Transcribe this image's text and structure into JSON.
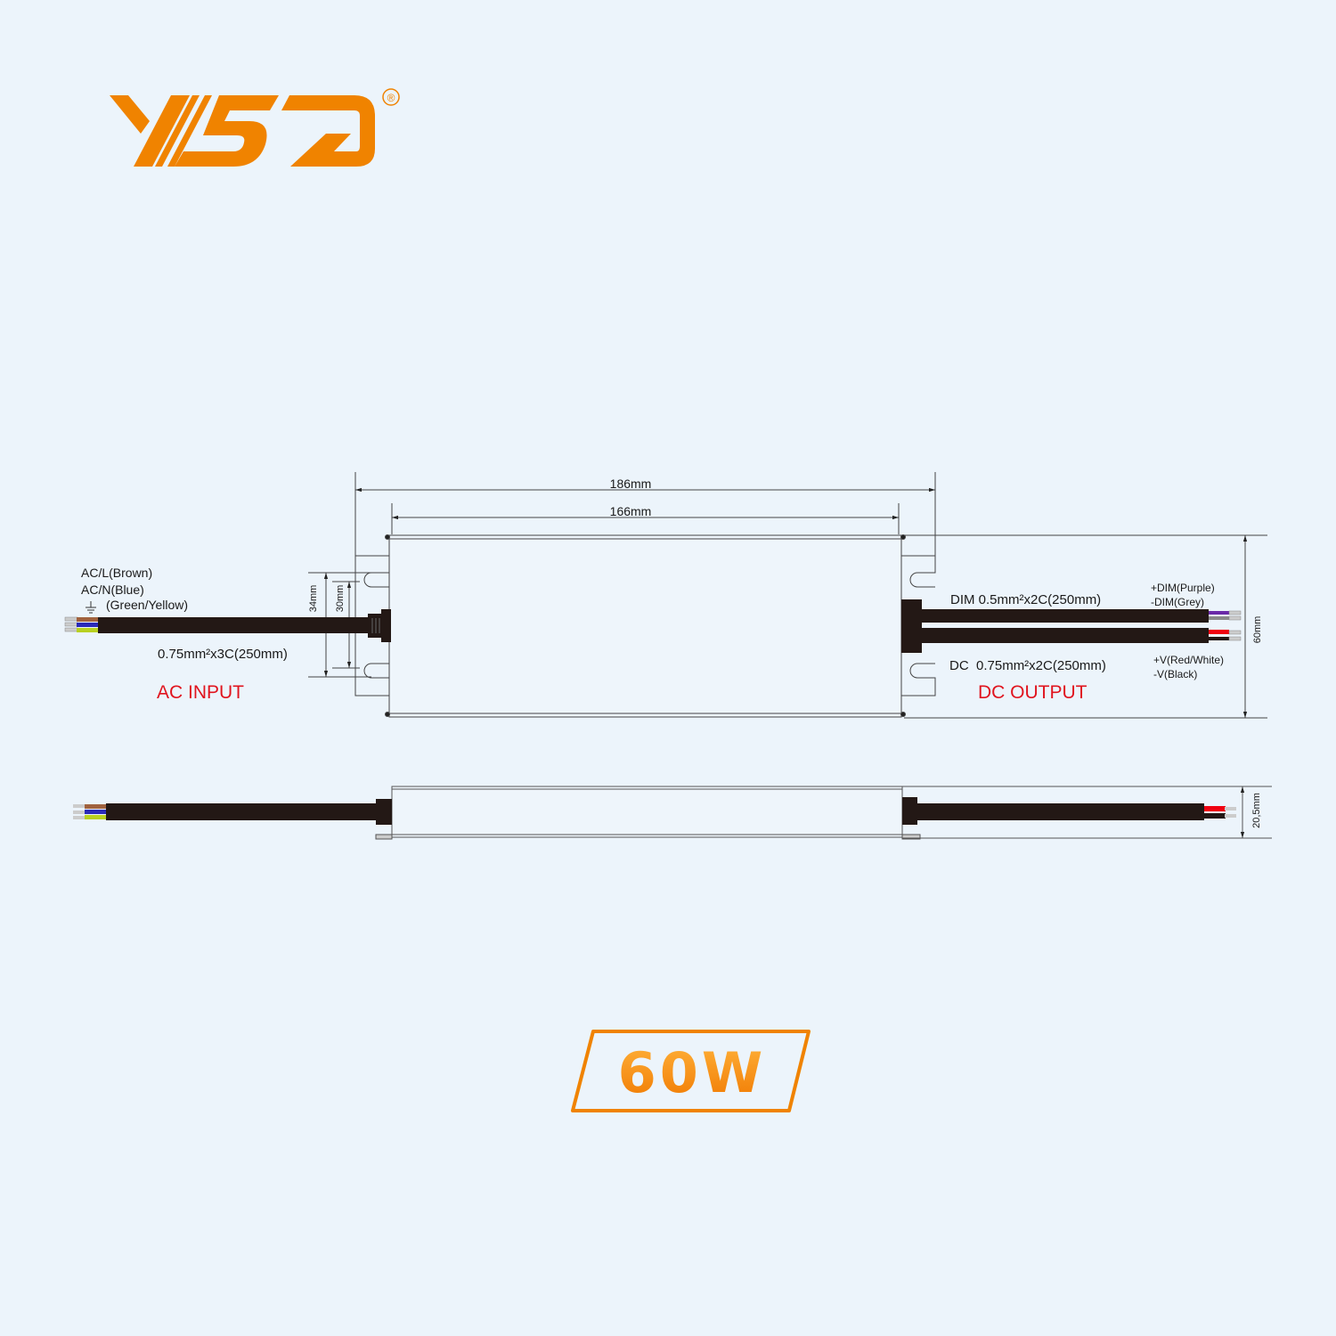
{
  "logo": {
    "text": "YSD",
    "registered": "®",
    "color": "#f08300"
  },
  "drawing": {
    "dim_overall_length": "186mm",
    "dim_body_length": "166mm",
    "dim_width": "60mm",
    "dim_height": "20,5mm",
    "dim_mount_outer": "34mm",
    "dim_mount_inner": "30mm",
    "ac_input": {
      "title": "AC INPUT",
      "wire_l": "AC/L(Brown)",
      "wire_n": "AC/N(Blue)",
      "wire_ground": "(Green/Yellow)",
      "cable_spec": "0.75mm²x3C(250mm)"
    },
    "dc_output": {
      "title": "DC OUTPUT",
      "dim_cable_spec": "DIM 0.5mm²x2C(250mm)",
      "dc_cable_spec": "DC  0.75mm²x2C(250mm)",
      "dim_plus": "+DIM(Purple)",
      "dim_minus": "-DIM(Grey)",
      "v_plus": "+V(Red/White)",
      "v_minus": "-V(Black)"
    },
    "colors": {
      "brown": "#a0623e",
      "blue": "#2a2ab8",
      "green_yellow": "#b8d020",
      "purple": "#6a2aa8",
      "grey": "#8a8a8a",
      "red": "#f00010",
      "black": "#231815",
      "label_red": "#e0141e"
    }
  },
  "badge": {
    "text": "60W",
    "color": "#f08300"
  }
}
